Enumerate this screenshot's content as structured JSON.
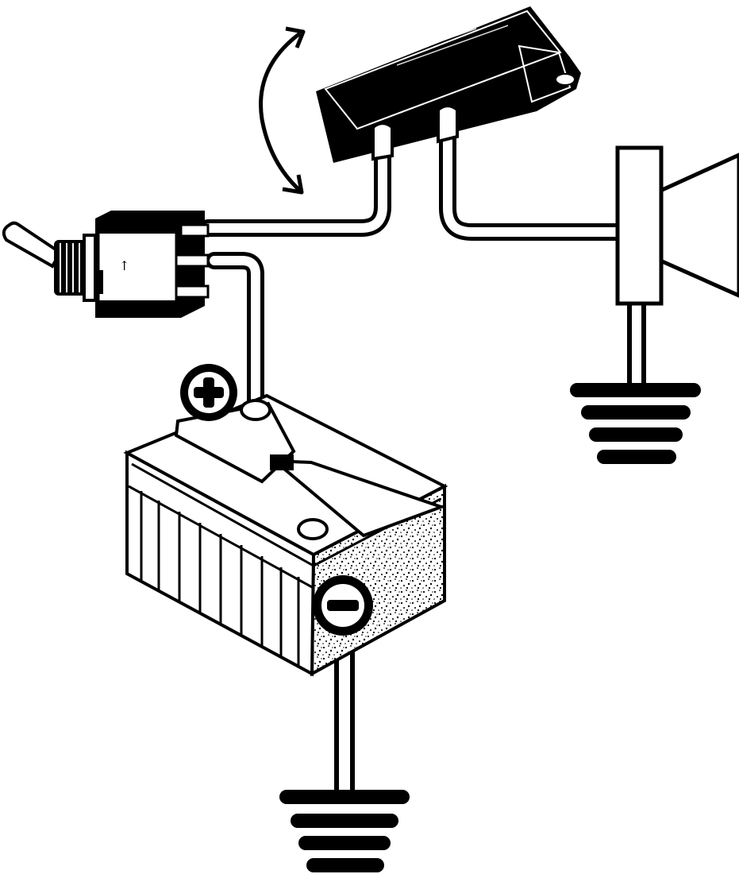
{
  "diagram": {
    "plus_symbol": "+",
    "minus_symbol": "−",
    "colors": {
      "ink": "#000000",
      "paper": "#ffffff"
    },
    "components": [
      "toggle-switch",
      "relay-module",
      "horn-speaker",
      "battery",
      "ground-symbol-horn",
      "ground-symbol-battery",
      "rotation-arrow"
    ]
  }
}
